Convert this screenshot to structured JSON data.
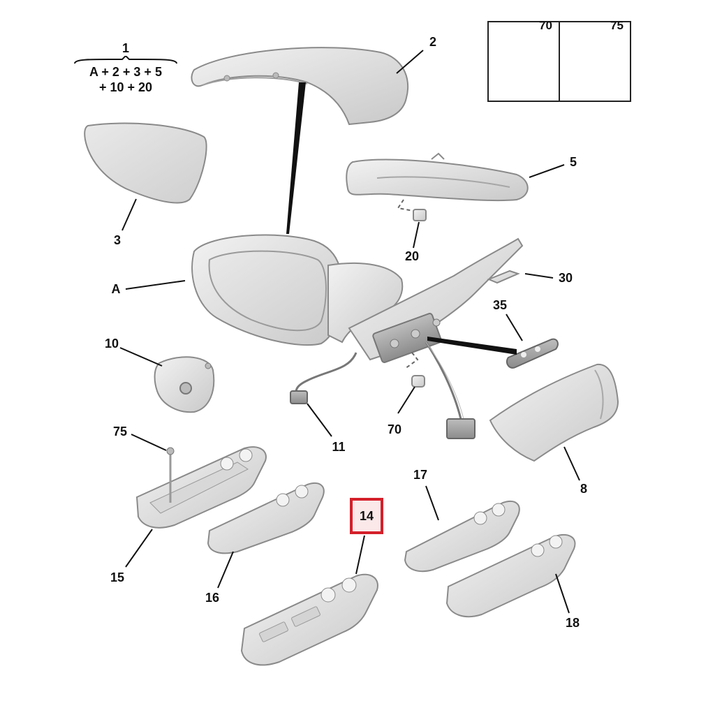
{
  "assembly_note": {
    "label": "1",
    "line1": "A + 2 + 3 + 5",
    "line2": "+ 10 + 20"
  },
  "callouts": {
    "p2": "2",
    "p3": "3",
    "p5": "5",
    "p20": "20",
    "pA": "A",
    "p30": "30",
    "p35": "35",
    "p10": "10",
    "p11": "11",
    "p70": "70",
    "p8": "8",
    "p75": "75",
    "p15": "15",
    "p16": "16",
    "p14": "14",
    "p17": "17",
    "p18": "18"
  },
  "hardware_box": {
    "left_label": "70",
    "right_label": "75"
  },
  "colors": {
    "part_fill": "#e6e6e6",
    "part_stroke": "#8a8a8a",
    "highlight": "#d4202a",
    "leader": "#111111"
  }
}
